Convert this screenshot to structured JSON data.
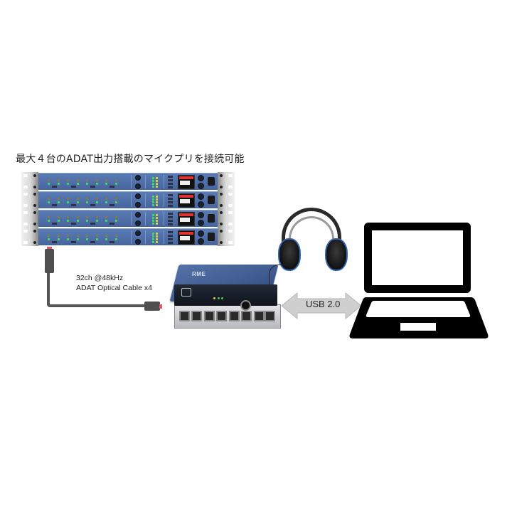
{
  "title": "最大４台のADAT出力搭載のマイクプリを接続可能",
  "cable": {
    "line1": "32ch @48kHz",
    "line2": "ADAT Optical Cable x4",
    "connector_tip_color": "#e05a6b",
    "cable_color": "#555555"
  },
  "preamps": {
    "count": 4,
    "panel_color": "#4f6fa8",
    "units": [
      {
        "label": "mic-preamp-1"
      },
      {
        "label": "mic-preamp-2"
      },
      {
        "label": "mic-preamp-3"
      },
      {
        "label": "mic-preamp-4"
      }
    ]
  },
  "interface": {
    "logo": "RME",
    "color": "#3d5a8f"
  },
  "connection": {
    "label": "USB 2.0",
    "arrow_color": "#cfcfcf"
  },
  "headphones": {
    "accent_color": "#3367b0"
  },
  "laptop": {
    "color": "#000000"
  }
}
